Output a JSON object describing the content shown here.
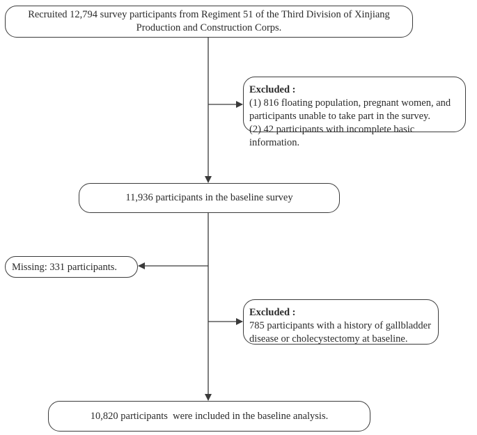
{
  "flowchart": {
    "recruited": {
      "line1": "Recruited 12,794 survey participants from Regiment 51 of the Third Division of Xinjiang",
      "line2": "Production and Construction Corps."
    },
    "excluded_1": {
      "heading": "Excluded :",
      "line1": "(1) 816 floating population, pregnant women, and",
      "line2": "participants unable to take part in the survey.",
      "line3": "(2) 42 participants with incomplete basic information."
    },
    "baseline": {
      "text": "11,936 participants in the baseline survey"
    },
    "missing": {
      "text": "Missing: 331 participants."
    },
    "excluded_2": {
      "heading": "Excluded :",
      "line1": "785 participants with a history of gallbladder",
      "line2": "disease or cholecystectomy at baseline."
    },
    "analysis": {
      "text": "10,820 participants  were included in the baseline analysis."
    }
  },
  "colors": {
    "line": "#3a3a3a",
    "text": "#2a2a2a",
    "background": "#ffffff"
  }
}
